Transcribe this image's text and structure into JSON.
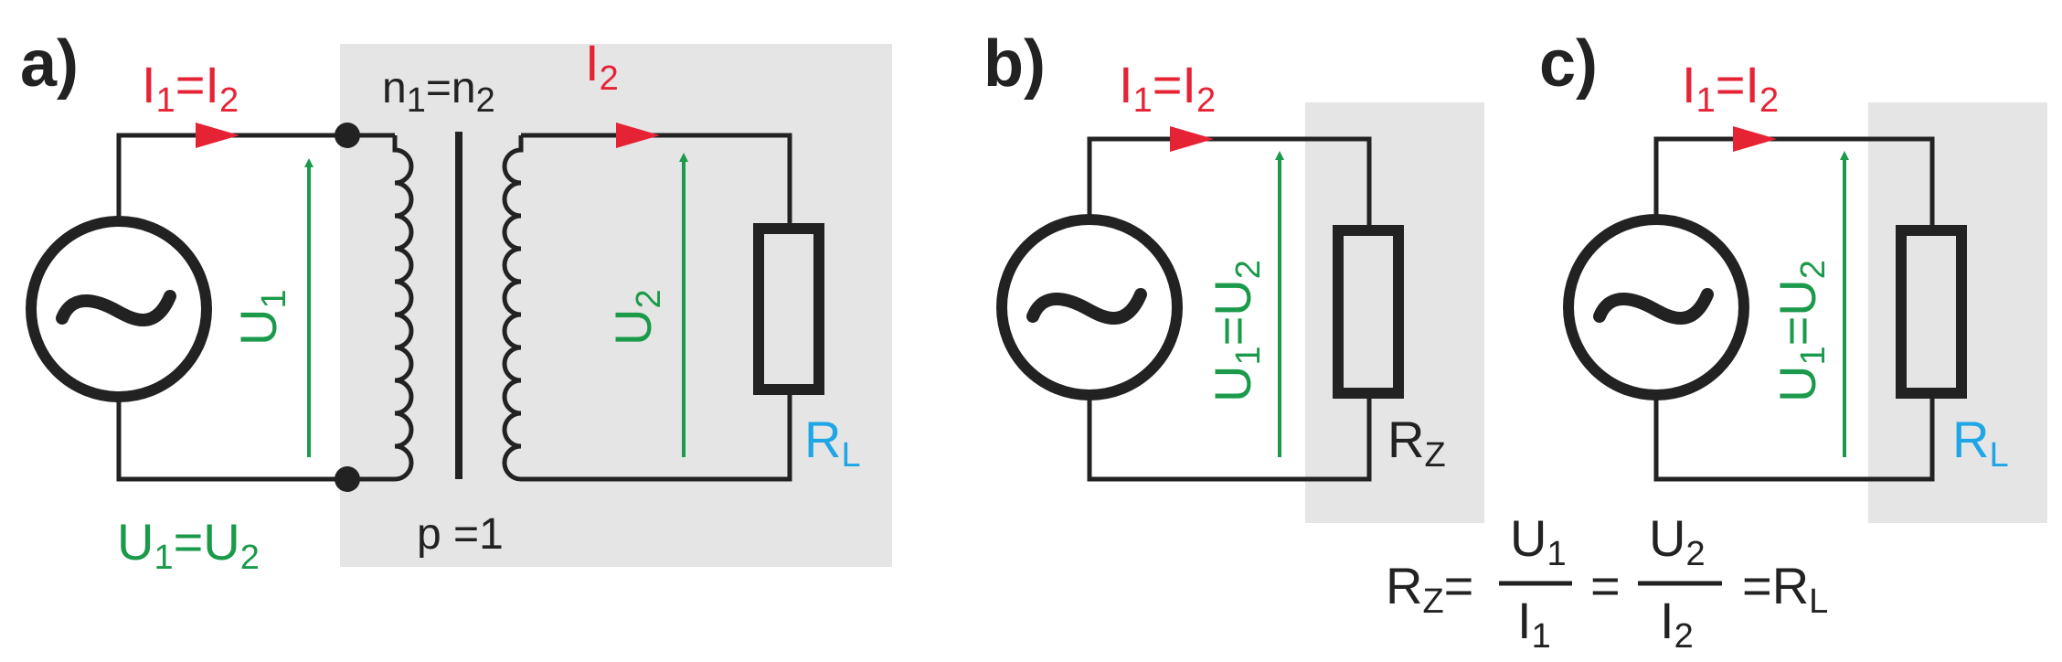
{
  "panel_a": {
    "label": "a)",
    "current_eq": {
      "i1": "I",
      "s1": "1",
      "eq": "=",
      "i2": "I",
      "s2": "2"
    },
    "secondary_current": {
      "i": "I",
      "s": "2"
    },
    "turns": {
      "n1": "n",
      "s1": "1",
      "eq": "=",
      "n2": "n",
      "s2": "2"
    },
    "ratio": "p =1",
    "u1": {
      "u": "U",
      "s": "1"
    },
    "u2": {
      "u": "U",
      "s": "2"
    },
    "voltage_eq": {
      "u1": "U",
      "s1": "1",
      "eq": "=",
      "u2": "U",
      "s2": "2"
    },
    "load": {
      "r": "R",
      "s": "L"
    }
  },
  "panel_b": {
    "label": "b)",
    "current_eq": {
      "i1": "I",
      "s1": "1",
      "eq": "=",
      "i2": "I",
      "s2": "2"
    },
    "voltage_eq": {
      "u1": "U",
      "s1": "1",
      "eq": "=",
      "u2": "U",
      "s2": "2"
    },
    "load": {
      "r": "R",
      "s": "Z"
    }
  },
  "panel_c": {
    "label": "c)",
    "current_eq": {
      "i1": "I",
      "s1": "1",
      "eq": "=",
      "i2": "I",
      "s2": "2"
    },
    "voltage_eq": {
      "u1": "U",
      "s1": "1",
      "eq": "=",
      "u2": "U",
      "s2": "2"
    },
    "load": {
      "r": "R",
      "s": "L"
    }
  },
  "formula": {
    "lhs": {
      "r": "R",
      "s": "Z"
    },
    "eq1": "=",
    "frac1": {
      "num": "U",
      "num_s": "1",
      "den": "I",
      "den_s": "1"
    },
    "eq2": "=",
    "frac2": {
      "num": "U",
      "num_s": "2",
      "den": "I",
      "den_s": "2"
    },
    "rhs_eq": "=",
    "rhs": {
      "r": "R",
      "s": "L"
    }
  },
  "colors": {
    "current": "#e62334",
    "voltage": "#1a9a4a",
    "load_label": "#1ea6e6",
    "shade": "#e5e5e5"
  },
  "source_symbol": "~"
}
